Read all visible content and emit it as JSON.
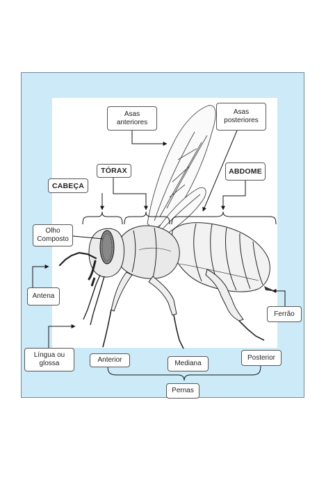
{
  "labels": {
    "asas_anteriores": "Asas\nanteriores",
    "asas_posteriores": "Asas\nposteriores",
    "torax": "TÓRAX",
    "abdome": "ABDOME",
    "cabeca": "CABEÇA",
    "olho_composto": "Olho\nComposto",
    "antena": "Antena",
    "ferrao": "Ferrão",
    "lingua_glossa": "Língua ou\nglossa",
    "anterior": "Anterior",
    "mediana": "Mediana",
    "posterior": "Posterior",
    "pernas": "Pernas"
  },
  "colors": {
    "frame_background": "#cdeaf8",
    "label_border": "#555555",
    "line": "#111111"
  }
}
